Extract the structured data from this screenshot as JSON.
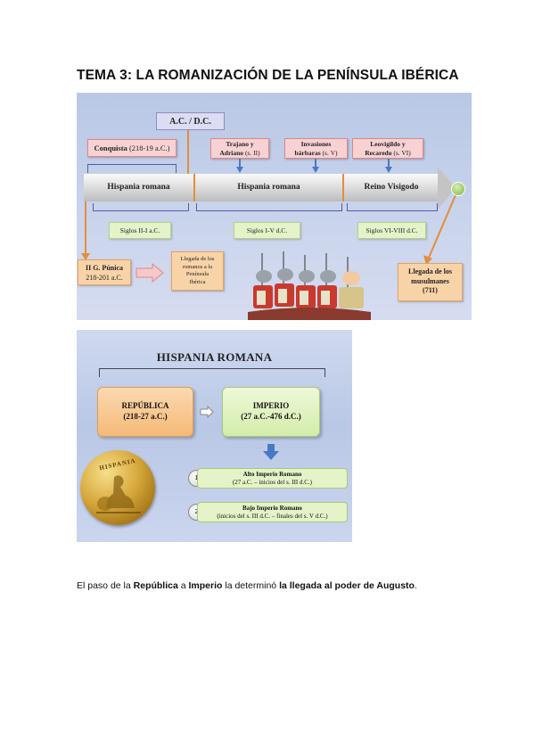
{
  "title": "TEMA 3: LA ROMANIZACIÓN DE LA PENÍNSULA IBÉRICA",
  "timeline": {
    "era_label": "A.C. / D.C.",
    "events": {
      "conquista_label": "Conquista",
      "conquista_dates": "(218-19 a.C.)",
      "trajano_l1": "Trajano y",
      "trajano_l2": "Adriano",
      "trajano_dates": "(s. II)",
      "invasiones_l1": "Invasiones",
      "invasiones_l2": "bárbaras",
      "invasiones_dates": "(s. V)",
      "leovigildo_l1": "Leovigildo y",
      "leovigildo_l2": "Recaredo",
      "leovigildo_dates": "(s. VI)"
    },
    "bar": {
      "seg1": "Hispania romana",
      "seg2": "Hispania romana",
      "seg3": "Reino Visigodo"
    },
    "centuries": {
      "c1": "Siglos II-I a.C.",
      "c2": "Siglos I-V d.C.",
      "c3": "Siglos VI-VIII d.C."
    },
    "punica_l1": "II G. Púnica",
    "punica_l2": "218-201 a.C.",
    "llegada_romanos_l1": "Llegada de los",
    "llegada_romanos_l2": "romanos a la",
    "llegada_romanos_l3": "Península",
    "llegada_romanos_l4": "Ibérica",
    "musulmanes_l1": "Llegada de los",
    "musulmanes_l2": "musulmanes",
    "musulmanes_l3": "(711)"
  },
  "hispania": {
    "title": "HISPANIA ROMANA",
    "republica_l1": "REPÚBLICA",
    "republica_l2": "(218-27 a.C.)",
    "imperio_l1": "IMPERIO",
    "imperio_l2": "(27 a.C.-476 d.C.)",
    "alto_num": "1",
    "alto_title": "Alto Imperio Romano",
    "alto_dates": "(27 a.C. – inicios del s. III d.C.)",
    "bajo_num": "2",
    "bajo_title": "Bajo Imperio Romano",
    "bajo_dates": "(inicios del s. III d.C. – finales del s. V d.C.)",
    "coin_text": "HISPANIA"
  },
  "paragraph": {
    "p1": "El paso de la ",
    "b1": "República",
    "p2": " a ",
    "b2": "Imperio",
    "p3": " la determinó ",
    "b3": "la llegada al poder de Augusto",
    "p4": "."
  },
  "colors": {
    "pink_box": "#f8d2d2",
    "green_box": "#e4f3c8",
    "peach_box": "#f9d3a8",
    "panel_bg": "#c4d0ea"
  }
}
